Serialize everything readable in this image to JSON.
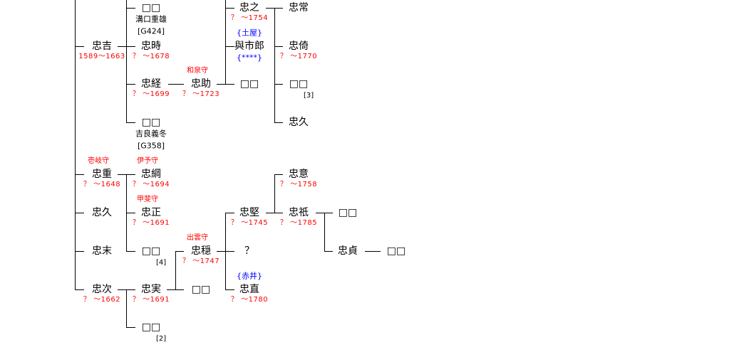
{
  "nodes": [
    {
      "name": "□□",
      "note": "溝口重雄",
      "ref": "[G424]"
    },
    {
      "name": "忠吉",
      "date": "1589～1663"
    },
    {
      "name": "忠時",
      "date": "？ ～1678"
    },
    {
      "name": "忠経",
      "date": "？ ～1699"
    },
    {
      "name": "□□",
      "note": "吉良義冬",
      "ref": "[G358]"
    },
    {
      "name": "忠助",
      "date": "？ ～1723",
      "title": "和泉守"
    },
    {
      "name": "忠之",
      "date": "？ ～1754"
    },
    {
      "name": "與市郎",
      "pre": "{土屋}",
      "post": "{****}"
    },
    {
      "name": "□□"
    },
    {
      "name": "忠常"
    },
    {
      "name": "忠倚",
      "date": "？ ～1770"
    },
    {
      "name": "□□",
      "ref": "[3]"
    },
    {
      "name": "忠久"
    },
    {
      "name": "忠重",
      "date": "？ ～1648",
      "title": "壱岐守"
    },
    {
      "name": "忠綱",
      "date": "？ ～1694",
      "title": "伊予守"
    },
    {
      "name": "忠意",
      "date": "？ ～1758"
    },
    {
      "name": "忠久"
    },
    {
      "name": "忠正",
      "date": "？ ～1691",
      "title": "甲斐守"
    },
    {
      "name": "忠堅",
      "date": "？ ～1745"
    },
    {
      "name": "忠祇",
      "date": "？ ～1785"
    },
    {
      "name": "□□"
    },
    {
      "name": "忠末"
    },
    {
      "name": "□□",
      "ref": "[4]"
    },
    {
      "name": "忠穏",
      "date": "？ ～1747",
      "title": "出雲守"
    },
    {
      "name": "？"
    },
    {
      "name": "忠貞"
    },
    {
      "name": "□□"
    },
    {
      "name": "忠次",
      "date": "？ ～1662"
    },
    {
      "name": "忠実",
      "date": "？ ～1691"
    },
    {
      "name": "□□"
    },
    {
      "name": "忠直",
      "date": "？ ～1780",
      "pre": "{赤井}"
    },
    {
      "name": "□□",
      "ref": "[2]"
    }
  ]
}
